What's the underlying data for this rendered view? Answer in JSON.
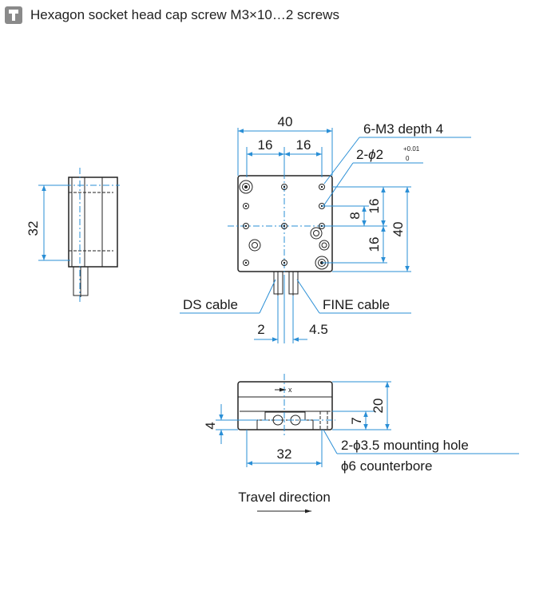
{
  "header": {
    "icon": "screw-icon",
    "caption": "Hexagon socket head cap screw M3×10…2 screws"
  },
  "side_view": {
    "height_dim": "32"
  },
  "top_view": {
    "width_dim": "40",
    "left_half_dim": "16",
    "right_half_dim": "16",
    "tapped_holes": "6-M3 depth 4",
    "pin_holes_prefix": "2-",
    "pin_holes_phi": "ϕ",
    "pin_holes_dia": "2",
    "pin_tol_upper": "+0.01",
    "pin_tol_lower": "0",
    "dim_8": "8",
    "dim_16_upper": "16",
    "dim_16_lower": "16",
    "height_dim": "40",
    "ds_cable": "DS cable",
    "fine_cable": "FINE cable",
    "dim_2": "2",
    "dim_4_5": "4.5"
  },
  "front_view": {
    "axis_label": "x",
    "height_dim": "20",
    "dim_7": "7",
    "dim_4": "4",
    "width_dim": "32",
    "mounting_hole": "2-ϕ3.5 mounting hole",
    "counterbore": "ϕ6 counterbore"
  },
  "travel": {
    "label": "Travel direction"
  },
  "colors": {
    "dimension": "#2a8fd6",
    "outline": "#222222",
    "icon_bg": "#8a8a8a"
  }
}
